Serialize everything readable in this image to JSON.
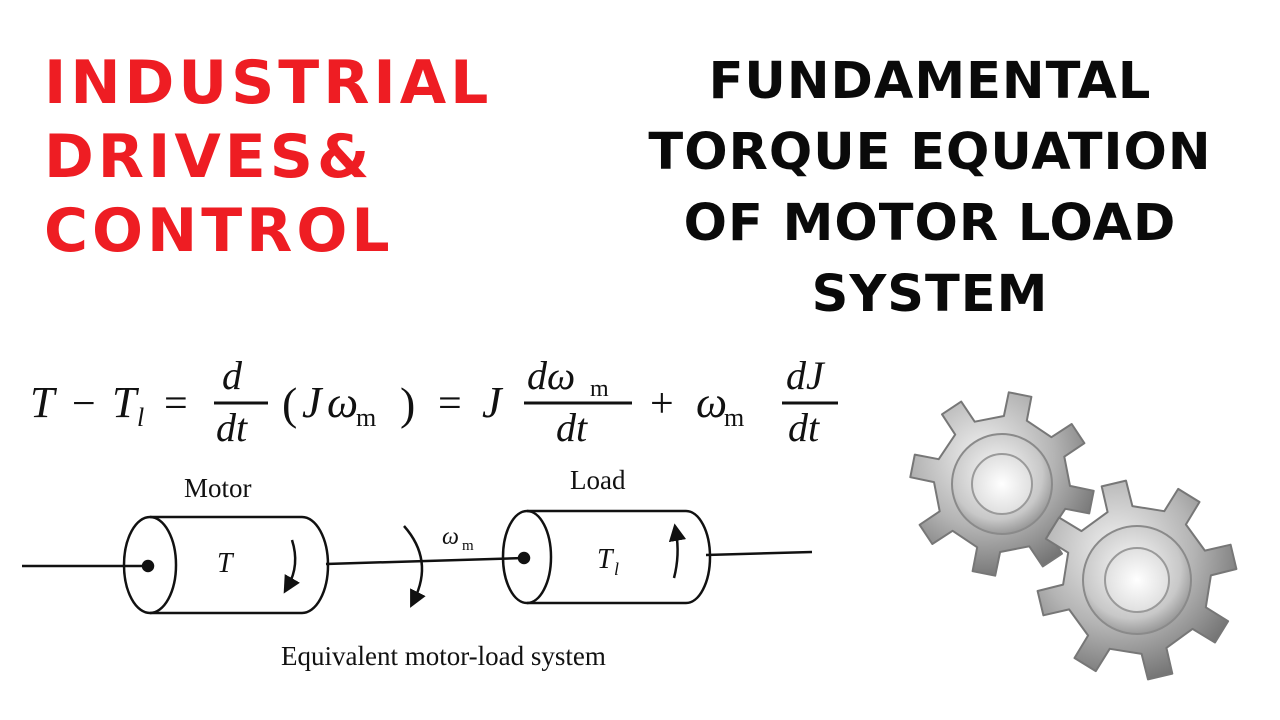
{
  "left_title": {
    "lines": [
      "INDUSTRIAL",
      "DRIVES&",
      "CONTROL"
    ],
    "color": "#ee1d23"
  },
  "right_title": {
    "lines": [
      "FUNDAMENTAL",
      "TORQUE EQUATION",
      "OF MOTOR LOAD",
      "SYSTEM"
    ],
    "color": "#0a0a0a"
  },
  "equation": {
    "lhs_T": "T",
    "minus": "−",
    "lhs_Tl": "T",
    "lhs_Tl_sub": "l",
    "eq1": "=",
    "frac1_num": "d",
    "frac1_den": "dt",
    "paren_open": "(",
    "J": "J",
    "omega": "ω",
    "sub_m": "m",
    "paren_close": ")",
    "eq2": "=",
    "J2": "J",
    "frac2_num": "dω",
    "frac2_num_sub": "m",
    "frac2_den": "dt",
    "plus": "+",
    "omega2": "ω",
    "omega2_sub": "m",
    "frac3_num": "dJ",
    "frac3_den": "dt"
  },
  "diagram": {
    "motor_label": "Motor",
    "load_label": "Load",
    "motor_torque": "T",
    "load_torque": "T",
    "load_torque_sub": "l",
    "speed": "ω",
    "speed_sub": "m",
    "caption": "Equivalent motor-load system"
  },
  "gear_color": "#a9a9a9"
}
